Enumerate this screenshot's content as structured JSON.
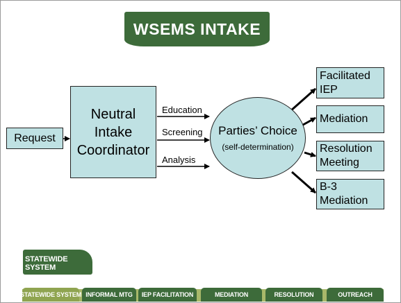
{
  "title": "WSEMS INTAKE",
  "request_label": "Request",
  "coordinator_lines": [
    "Neutral",
    "Intake",
    "Coordinator"
  ],
  "flow_labels": [
    "Education",
    "Screening",
    "Analysis"
  ],
  "choice": {
    "main": "Parties’ Choice",
    "sub": "(self-determination)"
  },
  "outcomes": [
    [
      "Facilitated",
      "IEP"
    ],
    [
      "Mediation"
    ],
    [
      "Resolution",
      "Meeting"
    ],
    [
      "B-3",
      "Mediation"
    ]
  ],
  "statewide_label": "STATEWIDE SYSTEM",
  "nav_tabs": [
    "STATEWIDE SYSTEM",
    "INFORMAL MTG",
    "IEP FACILITATION",
    "MEDIATION",
    "RESOLUTION",
    "OUTREACH"
  ],
  "colors": {
    "box_fill": "#bfe1e3",
    "banner_green": "#3d6b3a",
    "tab_active": "#8fa450"
  }
}
